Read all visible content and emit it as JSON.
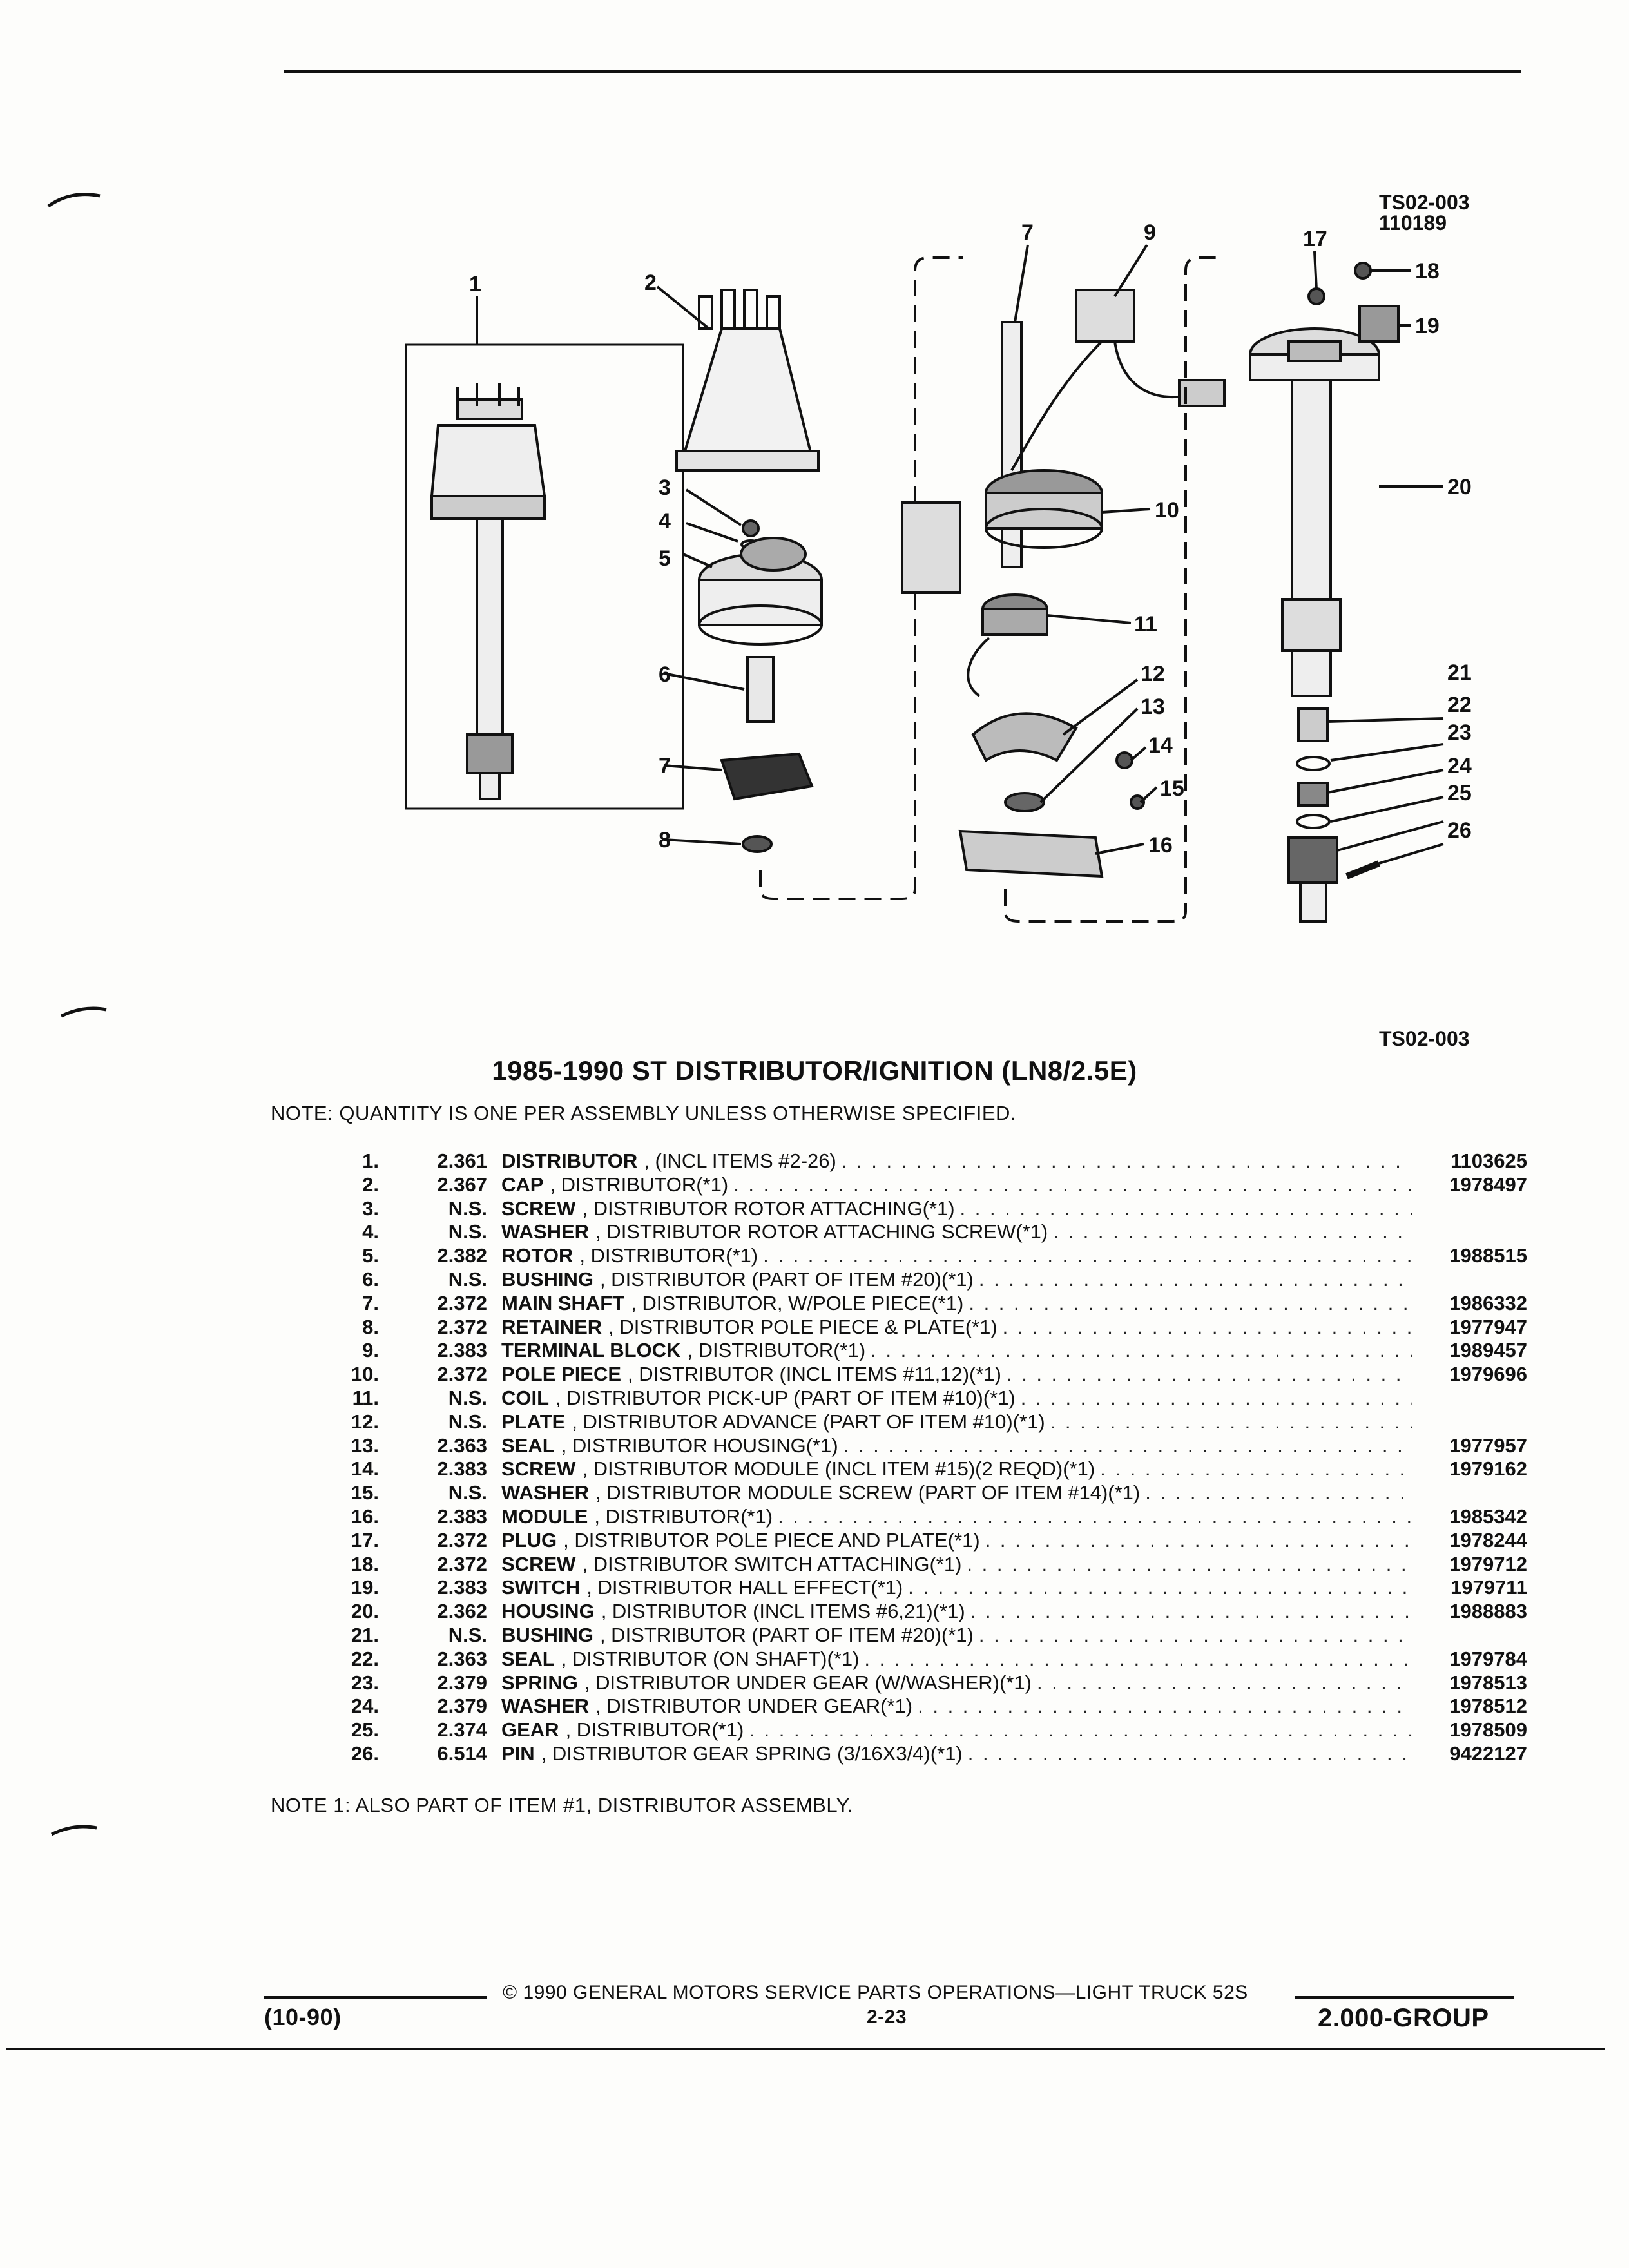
{
  "header": {
    "ref_top": "TS02-003",
    "ref_date": "110189",
    "ref_bottom": "TS02-003"
  },
  "diagram": {
    "callouts": [
      "1",
      "2",
      "3",
      "4",
      "5",
      "6",
      "7",
      "8",
      "7",
      "9",
      "10",
      "11",
      "12",
      "13",
      "14",
      "15",
      "16",
      "17",
      "18",
      "19",
      "20",
      "21",
      "22",
      "23",
      "24",
      "25",
      "26"
    ]
  },
  "title": "1985-1990 ST DISTRIBUTOR/IGNITION (LN8/2.5E)",
  "note_top": "NOTE:  QUANTITY IS ONE PER ASSEMBLY UNLESS OTHERWISE SPECIFIED.",
  "parts": [
    {
      "num": "1.",
      "grp": "2.361",
      "name": "DISTRIBUTOR",
      "desc": ", (INCL ITEMS #2-26)",
      "pn": "1103625"
    },
    {
      "num": "2.",
      "grp": "2.367",
      "name": "CAP",
      "desc": ", DISTRIBUTOR(*1)",
      "pn": "1978497"
    },
    {
      "num": "3.",
      "grp": "N.S.",
      "name": "SCREW",
      "desc": ", DISTRIBUTOR ROTOR ATTACHING(*1)",
      "pn": ""
    },
    {
      "num": "4.",
      "grp": "N.S.",
      "name": "WASHER",
      "desc": ", DISTRIBUTOR ROTOR ATTACHING SCREW(*1)",
      "pn": ""
    },
    {
      "num": "5.",
      "grp": "2.382",
      "name": "ROTOR",
      "desc": ", DISTRIBUTOR(*1)",
      "pn": "1988515"
    },
    {
      "num": "6.",
      "grp": "N.S.",
      "name": "BUSHING",
      "desc": ", DISTRIBUTOR (PART OF ITEM #20)(*1)",
      "pn": ""
    },
    {
      "num": "7.",
      "grp": "2.372",
      "name": "MAIN SHAFT",
      "desc": ", DISTRIBUTOR, W/POLE PIECE(*1)",
      "pn": "1986332"
    },
    {
      "num": "8.",
      "grp": "2.372",
      "name": "RETAINER",
      "desc": ", DISTRIBUTOR POLE PIECE & PLATE(*1)",
      "pn": "1977947"
    },
    {
      "num": "9.",
      "grp": "2.383",
      "name": "TERMINAL BLOCK",
      "desc": ", DISTRIBUTOR(*1)",
      "pn": "1989457"
    },
    {
      "num": "10.",
      "grp": "2.372",
      "name": "POLE PIECE",
      "desc": ", DISTRIBUTOR (INCL ITEMS #11,12)(*1)",
      "pn": "1979696"
    },
    {
      "num": "11.",
      "grp": "N.S.",
      "name": "COIL",
      "desc": ", DISTRIBUTOR PICK-UP (PART OF ITEM #10)(*1)",
      "pn": ""
    },
    {
      "num": "12.",
      "grp": "N.S.",
      "name": "PLATE",
      "desc": ", DISTRIBUTOR ADVANCE (PART OF ITEM #10)(*1)",
      "pn": ""
    },
    {
      "num": "13.",
      "grp": "2.363",
      "name": "SEAL",
      "desc": ", DISTRIBUTOR HOUSING(*1)",
      "pn": "1977957"
    },
    {
      "num": "14.",
      "grp": "2.383",
      "name": "SCREW",
      "desc": ", DISTRIBUTOR MODULE (INCL ITEM #15)(2 REQD)(*1)",
      "pn": "1979162"
    },
    {
      "num": "15.",
      "grp": "N.S.",
      "name": "WASHER",
      "desc": ", DISTRIBUTOR MODULE SCREW (PART OF ITEM #14)(*1)",
      "pn": ""
    },
    {
      "num": "16.",
      "grp": "2.383",
      "name": "MODULE",
      "desc": ", DISTRIBUTOR(*1)",
      "pn": "1985342"
    },
    {
      "num": "17.",
      "grp": "2.372",
      "name": "PLUG",
      "desc": ", DISTRIBUTOR POLE PIECE AND PLATE(*1)",
      "pn": "1978244"
    },
    {
      "num": "18.",
      "grp": "2.372",
      "name": "SCREW",
      "desc": ", DISTRIBUTOR SWITCH ATTACHING(*1)",
      "pn": "1979712"
    },
    {
      "num": "19.",
      "grp": "2.383",
      "name": "SWITCH",
      "desc": ", DISTRIBUTOR HALL EFFECT(*1)",
      "pn": "1979711"
    },
    {
      "num": "20.",
      "grp": "2.362",
      "name": "HOUSING",
      "desc": ", DISTRIBUTOR (INCL ITEMS #6,21)(*1)",
      "pn": "1988883"
    },
    {
      "num": "21.",
      "grp": "N.S.",
      "name": "BUSHING",
      "desc": ", DISTRIBUTOR (PART OF ITEM #20)(*1)",
      "pn": ""
    },
    {
      "num": "22.",
      "grp": "2.363",
      "name": "SEAL",
      "desc": ", DISTRIBUTOR (ON SHAFT)(*1)",
      "pn": "1979784"
    },
    {
      "num": "23.",
      "grp": "2.379",
      "name": "SPRING",
      "desc": ", DISTRIBUTOR UNDER GEAR (W/WASHER)(*1)",
      "pn": "1978513"
    },
    {
      "num": "24.",
      "grp": "2.379",
      "name": "WASHER",
      "desc": ", DISTRIBUTOR UNDER GEAR(*1)",
      "pn": "1978512"
    },
    {
      "num": "25.",
      "grp": "2.374",
      "name": "GEAR",
      "desc": ", DISTRIBUTOR(*1)",
      "pn": "1978509"
    },
    {
      "num": "26.",
      "grp": "6.514",
      "name": "PIN",
      "desc": ", DISTRIBUTOR GEAR SPRING (3/16X3/4)(*1)",
      "pn": "9422127"
    }
  ],
  "note_bottom": "NOTE  1:  ALSO PART OF ITEM #1, DISTRIBUTOR ASSEMBLY.",
  "footer": {
    "copyright": "©  1990  GENERAL MOTORS SERVICE PARTS OPERATIONS—LIGHT TRUCK 52S",
    "edition": "(10-90)",
    "page": "2-23",
    "group": "2.000-GROUP"
  }
}
